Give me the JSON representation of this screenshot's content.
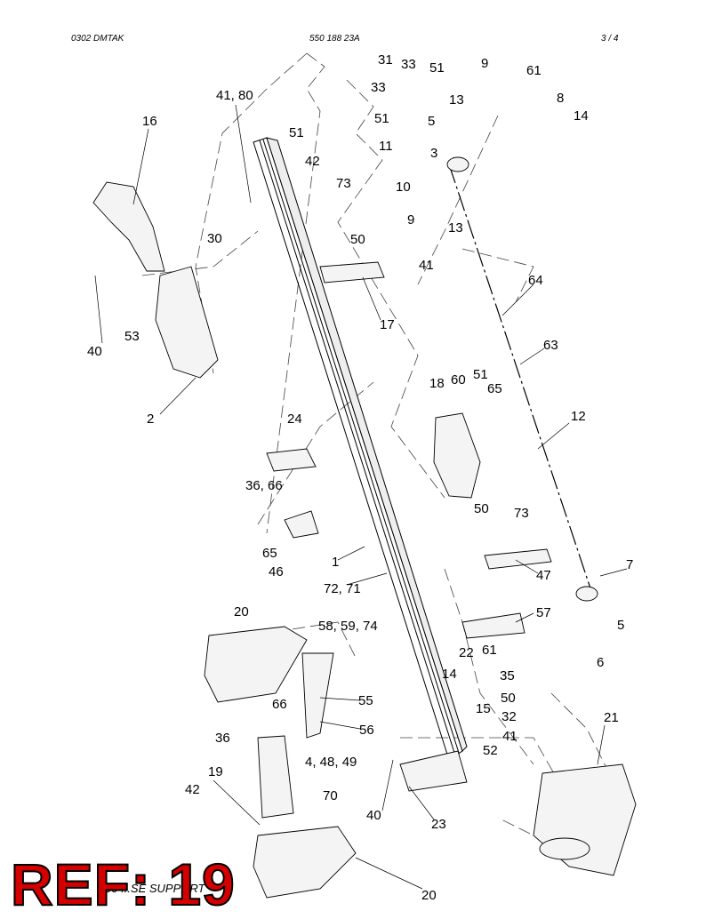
{
  "header": {
    "left": "0302 DMTAK",
    "center": "550 188 23A",
    "right": "3 /   4"
  },
  "footer": {
    "text": "00 ...SE SUPPORT"
  },
  "ref_badge": "REF: 19",
  "labels": [
    "41, 80",
    "16",
    "51",
    "42",
    "73",
    "50",
    "30",
    "40",
    "53",
    "2",
    "17",
    "31",
    "33",
    "51",
    "9",
    "61",
    "33",
    "51",
    "13",
    "8",
    "14",
    "11",
    "5",
    "3",
    "10",
    "9",
    "13",
    "41",
    "64",
    "63",
    "18",
    "60",
    "51",
    "65",
    "12",
    "24",
    "36, 66",
    "65",
    "46",
    "1",
    "72, 71",
    "50",
    "73",
    "47",
    "7",
    "5",
    "6",
    "20",
    "58, 59, 74",
    "57",
    "22",
    "61",
    "14",
    "35",
    "50",
    "66",
    "55",
    "15",
    "32",
    "36",
    "56",
    "4, 48, 49",
    "41",
    "52",
    "21",
    "19",
    "42",
    "70",
    "40",
    "23",
    "20"
  ]
}
